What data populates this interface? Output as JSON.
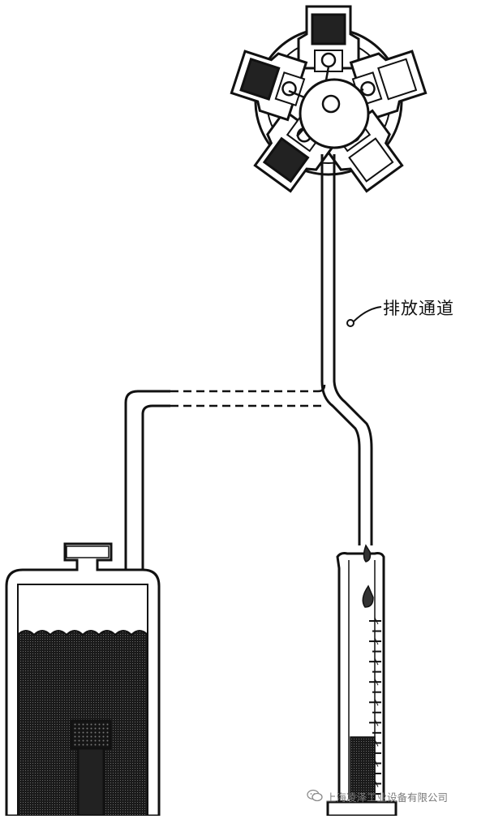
{
  "labels": {
    "drain_channel": "排放通道"
  },
  "watermark": {
    "text": "上海凌泽工业设备有限公司",
    "icon": "wechat-icon"
  },
  "colors": {
    "ink": "#111111",
    "liquid": "#2b2b2b",
    "watermark": "#7a7a7a"
  },
  "cylinder": {
    "graduation_count": 18
  }
}
